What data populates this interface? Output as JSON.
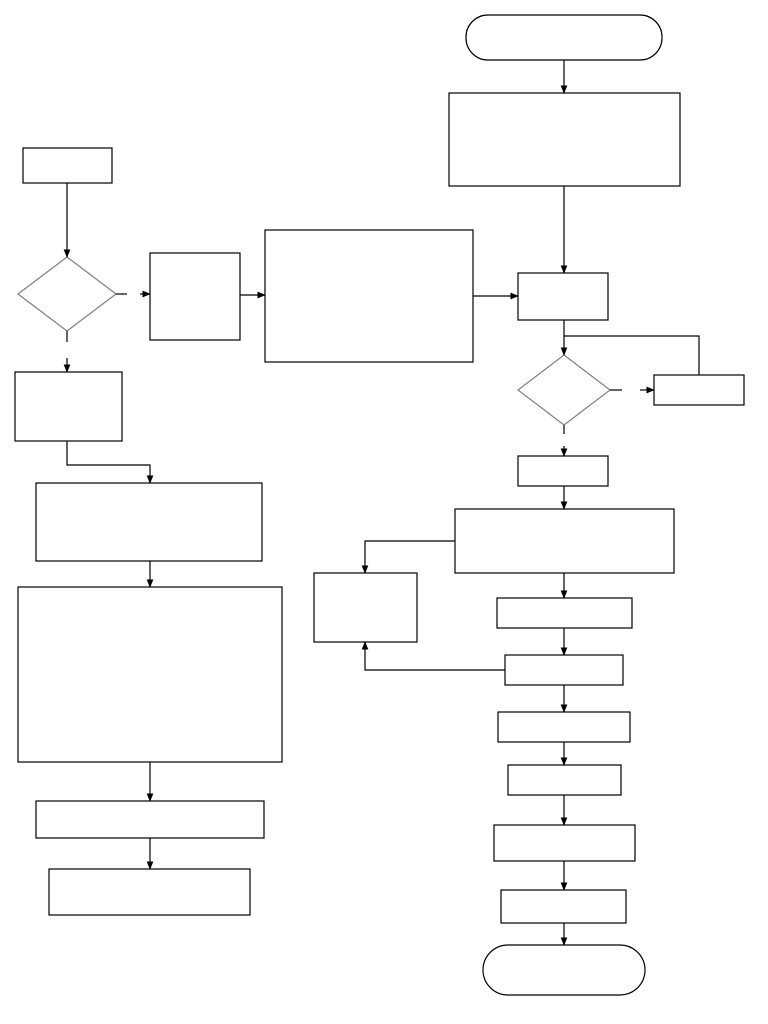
{
  "diagram": {
    "type": "flowchart",
    "stroke_color": "#000000",
    "decision_stroke_color": "#808080",
    "fill_color": "#ffffff",
    "nodes": [
      {
        "id": "start",
        "shape": "terminator",
        "label": ""
      },
      {
        "id": "process-1",
        "shape": "process",
        "label": ""
      },
      {
        "id": "process-merge",
        "shape": "process",
        "label": ""
      },
      {
        "id": "decision-right",
        "shape": "decision",
        "label": ""
      },
      {
        "id": "process-side-right",
        "shape": "process",
        "label": ""
      },
      {
        "id": "process-r3",
        "shape": "process",
        "label": ""
      },
      {
        "id": "process-r4",
        "shape": "process",
        "label": ""
      },
      {
        "id": "process-side-left",
        "shape": "process",
        "label": ""
      },
      {
        "id": "process-r5",
        "shape": "process",
        "label": ""
      },
      {
        "id": "process-r6",
        "shape": "process",
        "label": ""
      },
      {
        "id": "process-r7",
        "shape": "process",
        "label": ""
      },
      {
        "id": "process-r8",
        "shape": "process",
        "label": ""
      },
      {
        "id": "process-r9",
        "shape": "process",
        "label": ""
      },
      {
        "id": "process-r10",
        "shape": "process",
        "label": ""
      },
      {
        "id": "end",
        "shape": "terminator",
        "label": ""
      },
      {
        "id": "process-l1",
        "shape": "process",
        "label": ""
      },
      {
        "id": "decision-left",
        "shape": "decision",
        "label": ""
      },
      {
        "id": "process-mid-small",
        "shape": "process",
        "label": ""
      },
      {
        "id": "process-mid-large",
        "shape": "process",
        "label": ""
      },
      {
        "id": "process-l2",
        "shape": "process",
        "label": ""
      },
      {
        "id": "process-l3",
        "shape": "process",
        "label": ""
      },
      {
        "id": "process-l4",
        "shape": "process",
        "label": ""
      },
      {
        "id": "process-l5",
        "shape": "process",
        "label": ""
      },
      {
        "id": "process-l6",
        "shape": "process",
        "label": ""
      }
    ]
  }
}
